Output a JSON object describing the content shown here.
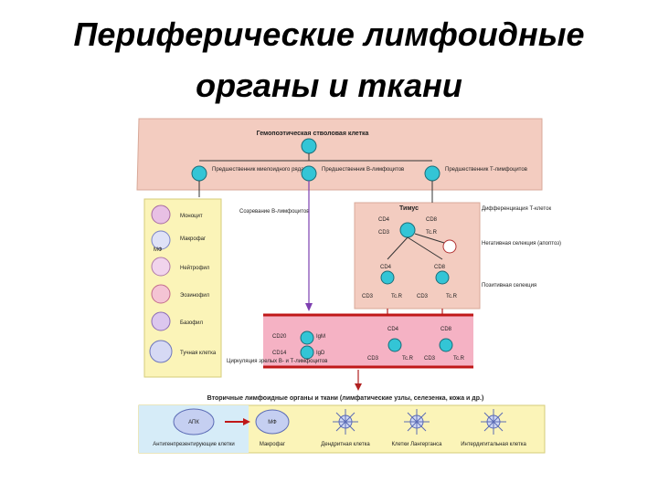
{
  "title": {
    "line1": "Периферические лимфоидные",
    "line2": "органы и ткани"
  },
  "diagram": {
    "stem_cell": "Гемопоэтическая стволовая клетка",
    "myeloid_progenitor": "Предшественник миелоидного ряда",
    "b_progenitor": "Предшественник В-лимфоцитов",
    "t_progenitor": "Предшественник Т-лимфоцитов",
    "b_maturation": "Созревание В-лимфоцитов",
    "thymus": "Тимус",
    "t_differentiation": "Дифференциация Т-клеток",
    "negative_selection": "Негативная селекция (апоптоз)",
    "positive_selection": "Позитивная селекция",
    "cd4": "CD4",
    "cd8": "CD8",
    "cd3": "CD3",
    "tcr": "Tc.R",
    "cd20": "CD20",
    "cd14": "CD14",
    "igm": "IgM",
    "igd": "IgD",
    "circulation": "Циркуляция зрелых В- и Т-лимфоцитов",
    "mf": "МФ",
    "ank": "АПК",
    "myeloid_cells": [
      "Моноцит",
      "Макрофаг",
      "Нейтрофил",
      "Эозинофил",
      "Базофил",
      "Тучная клетка"
    ],
    "secondary_title": "Вторичные лимфоидные органы и ткани (лимфатические узлы, селезенка, кожа и др.)",
    "secondary_cells": [
      "Антигенпрезентирующие клетки",
      "Макрофаг",
      "Дендритная клетка",
      "Клетки Лангерганса",
      "Интердигитальная клетка"
    ]
  }
}
